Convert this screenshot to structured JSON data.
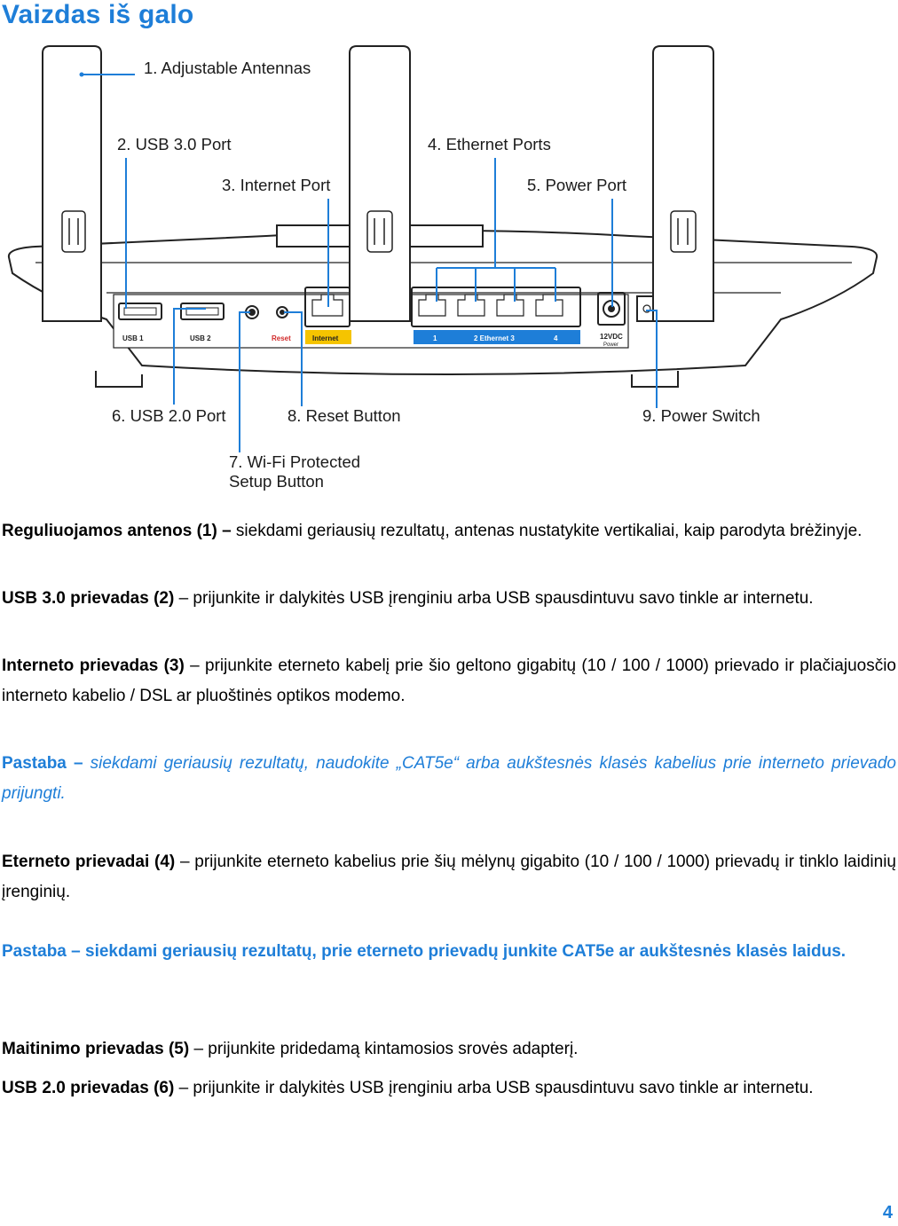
{
  "title": "Vaizdas iš galo",
  "callouts": {
    "c1": "1. Adjustable Antennas",
    "c2": "2. USB 3.0 Port",
    "c3": "3. Internet Port",
    "c4": "4. Ethernet Ports",
    "c5": "5. Power Port",
    "c6": "6. USB 2.0 Port",
    "c7a": "7. Wi-Fi Protected",
    "c7b": "Setup Button",
    "c8": "8. Reset Button",
    "c9": "9. Power Switch"
  },
  "panel_labels": {
    "usb1": "USB 1",
    "usb2": "USB 2",
    "reset": "Reset",
    "internet": "Internet",
    "eth1": "1",
    "eth2": "2 Ethernet 3",
    "eth4": "4",
    "power_v": "12VDC",
    "power_w": "Power"
  },
  "paragraphs": [
    {
      "bold": "Reguliuojamos antenos (1) –",
      "text": " siekdami geriausių rezultatų, antenas nustatykite vertikaliai, kaip parodyta brėžinyje."
    },
    {
      "bold": "USB 3.0 prievadas (2)",
      "text": " – prijunkite ir dalykitės USB įrenginiu arba USB spausdintuvu savo tinkle ar internetu."
    },
    {
      "bold": "Interneto prievadas (3)",
      "text": " – prijunkite eterneto kabelį prie šio geltono gigabitų (10 / 100 / 1000) prievado ir plačiajuosčio interneto kabelio / DSL ar pluoštinės optikos modemo."
    },
    {
      "bold": "Pastaba –",
      "text": " siekdami geriausių rezultatų, naudokite „CAT5e“ arba aukštesnės klasės kabelius prie interneto prievado prijungti."
    },
    {
      "bold": "Eterneto prievadai (4)",
      "text": " – prijunkite eterneto kabelius prie šių mėlynų gigabito (10 / 100 / 1000) prievadų ir tinklo laidinių įrenginių."
    },
    {
      "bold": "Pastaba – siekdami geriausių rezultatų, prie eterneto prievadų junkite CAT5e ar aukštesnės klasės laidus.",
      "text": ""
    },
    {
      "bold": "Maitinimo prievadas (5)",
      "text": " – prijunkite pridedamą kintamosios srovės adapterį."
    },
    {
      "bold": "USB 2.0 prievadas (6)",
      "text": " – prijunkite ir dalykitės USB įrenginiu arba USB spausdintuvu savo tinkle ar internetu."
    }
  ],
  "colors": {
    "accent": "#1e7ed8",
    "internet_label": "#f5c400",
    "ethernet_label": "#1e7ed8"
  },
  "page_number": "4"
}
